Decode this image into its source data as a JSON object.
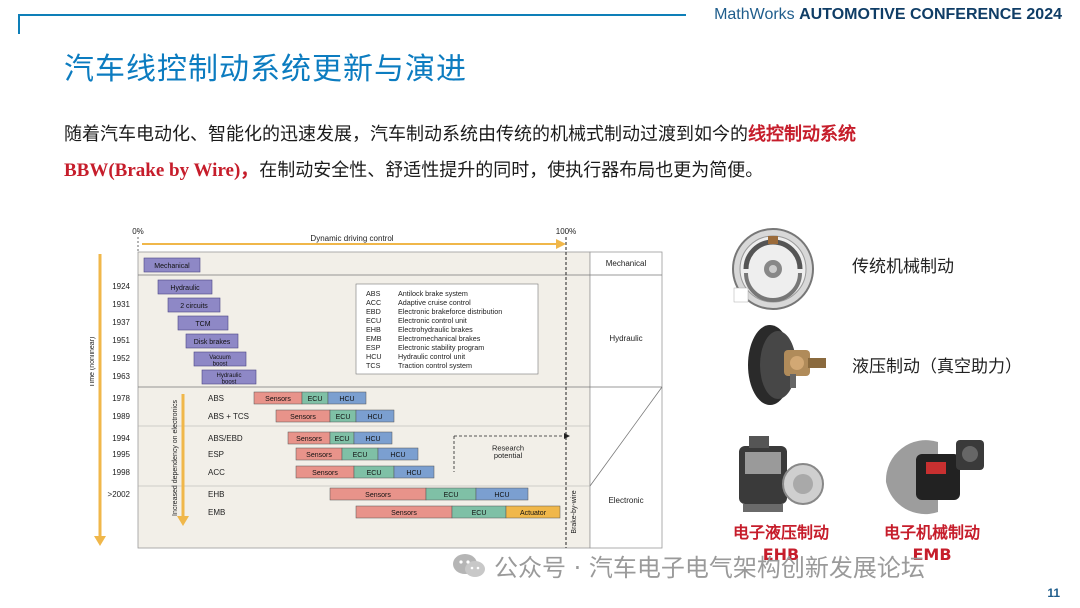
{
  "header": {
    "brand_prefix": "MathWorks",
    "brand_event": "AUTOMOTIVE CONFERENCE 2024"
  },
  "slide": {
    "title": "汽车线控制动系统更新与演进",
    "line1_text": "随着汽车电动化、智能化的迅速发展，汽车制动系统由传统的机械式制动过渡到如今的",
    "line1_highlight": "线控制动系统",
    "line2_highlight": "BBW(Brake by Wire)，",
    "line2_text": "在制动安全性、舒适性提升的同时，使执行器布局也更为简便。",
    "page_number": "11"
  },
  "watermark": {
    "text": "公众号 · 汽车电子电气架构创新发展论坛"
  },
  "right_panel": {
    "items": [
      {
        "caption": "传统机械制动"
      },
      {
        "caption": "液压制动（真空助力）"
      },
      {
        "caption": "电子液压制动\nEHB"
      },
      {
        "caption": "电子机械制动\nEMB"
      }
    ]
  },
  "chart_data": {
    "type": "timeline",
    "top_axis": {
      "left": "0%",
      "right": "100%",
      "label": "Dynamic driving control"
    },
    "left_axis_label": "Time (nonlinear)",
    "inner_axis_label": "Increased dependency on electronics",
    "right_vertical_label": "Brake-by-wire",
    "research_label": "Research\npotential",
    "zones": [
      "Mechanical",
      "Hydraulic",
      "Electronic"
    ],
    "years": [
      "1924",
      "1931",
      "1937",
      "1951",
      "1952",
      "1963",
      "1978",
      "1989",
      "1994",
      "1995",
      "1998",
      ">2002"
    ],
    "hydraulic_steps": [
      "Mechanical",
      "Hydraulic",
      "2 circuits",
      "TCM",
      "Disk brakes",
      "Vacuum\nboost",
      "Hydraulic\nboost"
    ],
    "systems": [
      {
        "name": "ABS",
        "blocks": [
          "Sensors",
          "ECU",
          "HCU"
        ]
      },
      {
        "name": "ABS + TCS",
        "blocks": [
          "Sensors",
          "ECU",
          "HCU"
        ]
      },
      {
        "name": "ABS/EBD",
        "blocks": [
          "Sensors",
          "ECU",
          "HCU"
        ]
      },
      {
        "name": "ESP",
        "blocks": [
          "Sensors",
          "ECU",
          "HCU"
        ]
      },
      {
        "name": "ACC",
        "blocks": [
          "Sensors",
          "ECU",
          "HCU"
        ]
      },
      {
        "name": "EHB",
        "blocks": [
          "Sensors",
          "ECU",
          "HCU"
        ]
      },
      {
        "name": "EMB",
        "blocks": [
          "Sensors",
          "ECU",
          "Actuator"
        ]
      }
    ],
    "legend": [
      [
        "ABS",
        "Antilock brake system"
      ],
      [
        "ACC",
        "Adaptive cruise control"
      ],
      [
        "EBD",
        "Electronic brakeforce distribution"
      ],
      [
        "ECU",
        "Electronic control unit"
      ],
      [
        "EHB",
        "Electrohydraulic brakes"
      ],
      [
        "EMB",
        "Electromechanical brakes"
      ],
      [
        "ESP",
        "Electronic stability program"
      ],
      [
        "HCU",
        "Hydraulic control unit"
      ],
      [
        "TCS",
        "Traction control system"
      ]
    ],
    "colors": {
      "hydraulic_box": "#8e88c6",
      "sensors": "#e8938a",
      "ecu": "#7fc0a6",
      "hcu": "#7b9fd0",
      "actuator": "#f0b74a",
      "panel": "#f2efe8"
    }
  }
}
